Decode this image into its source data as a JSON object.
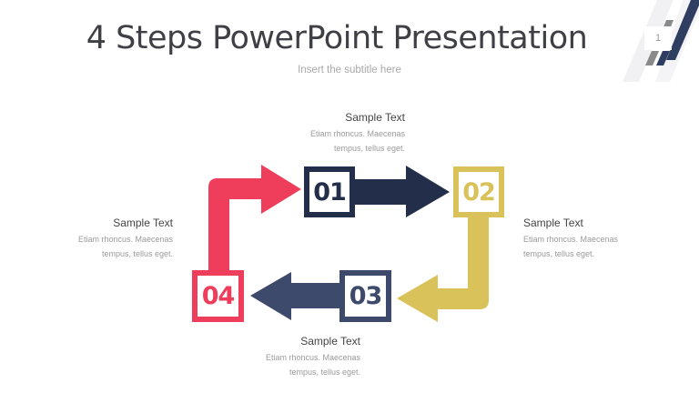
{
  "slide": {
    "title": "4 Steps PowerPoint Presentation",
    "subtitle": "Insert the subtitle here",
    "page_number": "1"
  },
  "colors": {
    "step1": "#232e4a",
    "step2": "#d9c25a",
    "step3": "#3d4a6b",
    "step4": "#ef3e5c",
    "title": "#3f3f46",
    "subtitle": "#a8a8a8",
    "corner_navy": "#2f3d60",
    "corner_gray": "#8a8a8a"
  },
  "steps": [
    {
      "number": "01",
      "label": "Sample Text",
      "desc_line1": "Etiam rhoncus. Maecenas",
      "desc_line2": "tempus, tellus eget."
    },
    {
      "number": "02",
      "label": "Sample Text",
      "desc_line1": "Etiam rhoncus. Maecenas",
      "desc_line2": "tempus, tellus eget."
    },
    {
      "number": "03",
      "label": "Sample Text",
      "desc_line1": "Etiam rhoncus. Maecenas",
      "desc_line2": "tempus, tellus eget."
    },
    {
      "number": "04",
      "label": "Sample Text",
      "desc_line1": "Etiam rhoncus. Maecenas",
      "desc_line2": "tempus, tellus eget."
    }
  ]
}
